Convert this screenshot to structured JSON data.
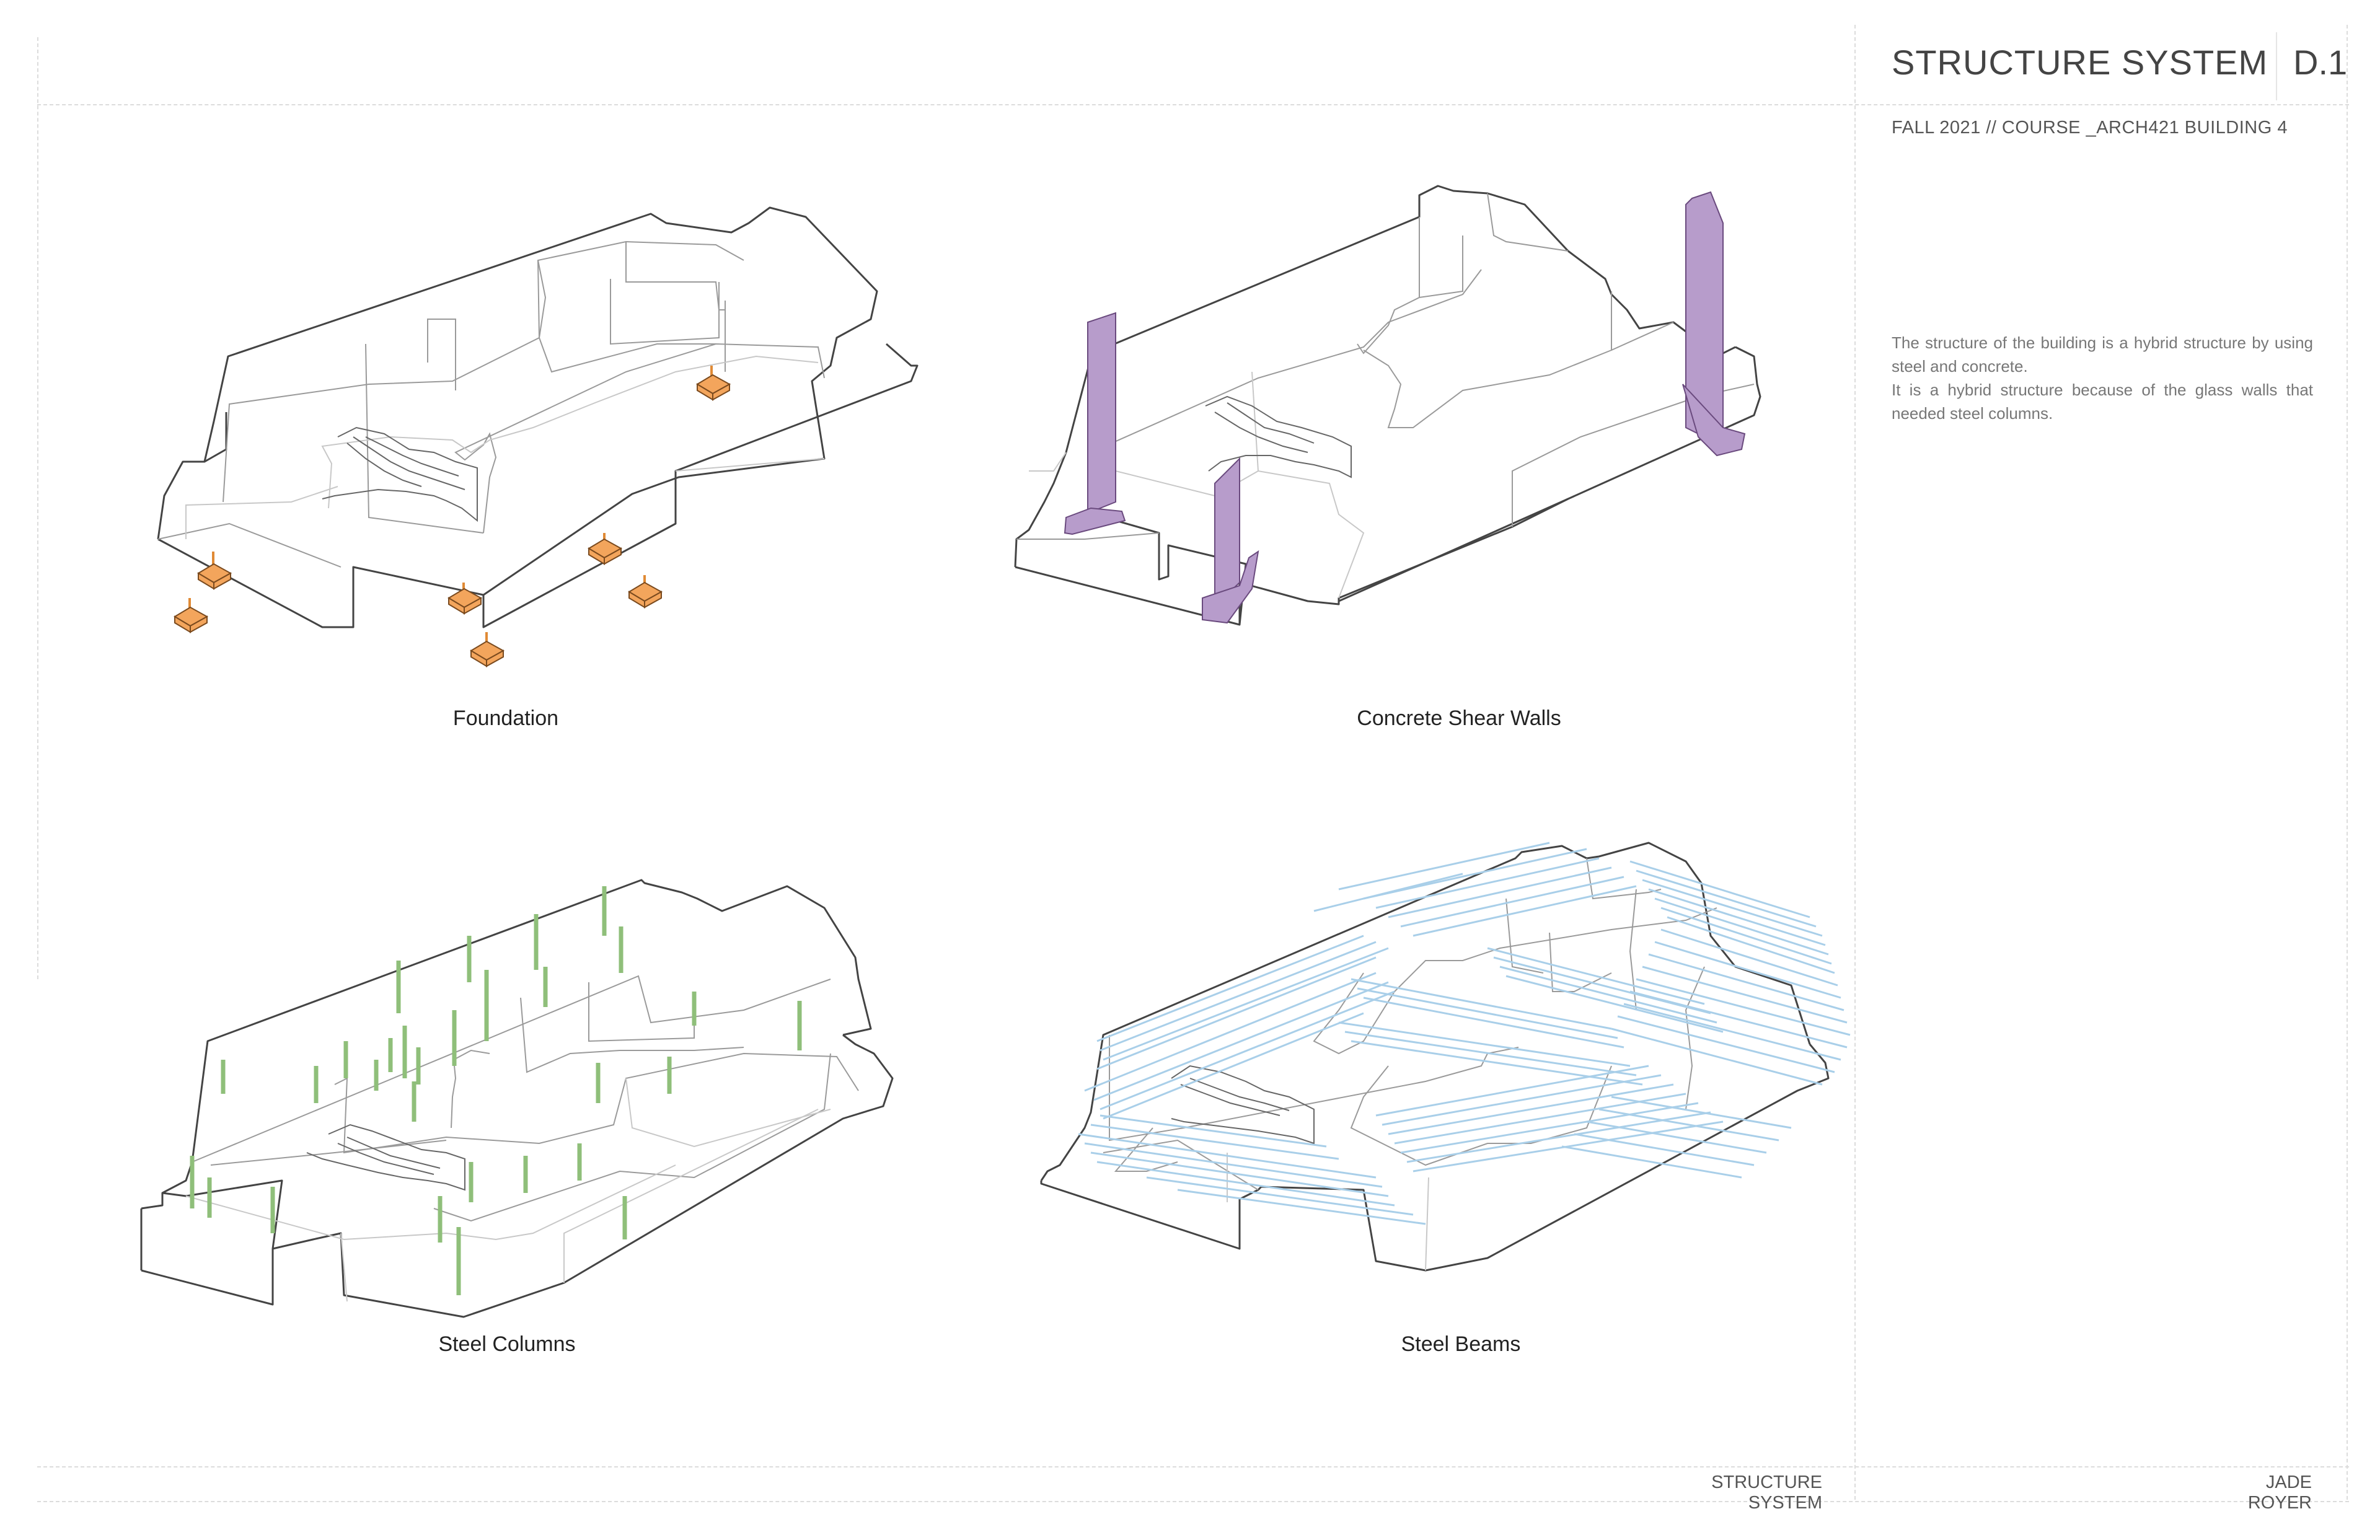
{
  "header": {
    "title": "STRUCTURE SYSTEM",
    "sheet_code": "D.1",
    "subtitle": "FALL 2021 // COURSE _ARCH421 BUILDING 4"
  },
  "description": {
    "paragraph_1": "The structure of the building is a hybrid structure by using steel and concrete.",
    "paragraph_2": "It is a hybrid structure because of the glass walls that needed steel columns."
  },
  "diagrams": [
    {
      "caption": "Foundation",
      "highlight": "foundation-footings",
      "color": "#f3a55c"
    },
    {
      "caption": "Concrete Shear Walls",
      "highlight": "shear-walls",
      "color": "#b79ccb"
    },
    {
      "caption": "Steel Columns",
      "highlight": "steel-columns",
      "color": "#8fbf7a"
    },
    {
      "caption": "Steel Beams",
      "highlight": "steel-beams",
      "color": "#a9cfe9"
    }
  ],
  "footer": {
    "left": "STRUCTURE SYSTEM",
    "right": "JADE ROYER"
  }
}
